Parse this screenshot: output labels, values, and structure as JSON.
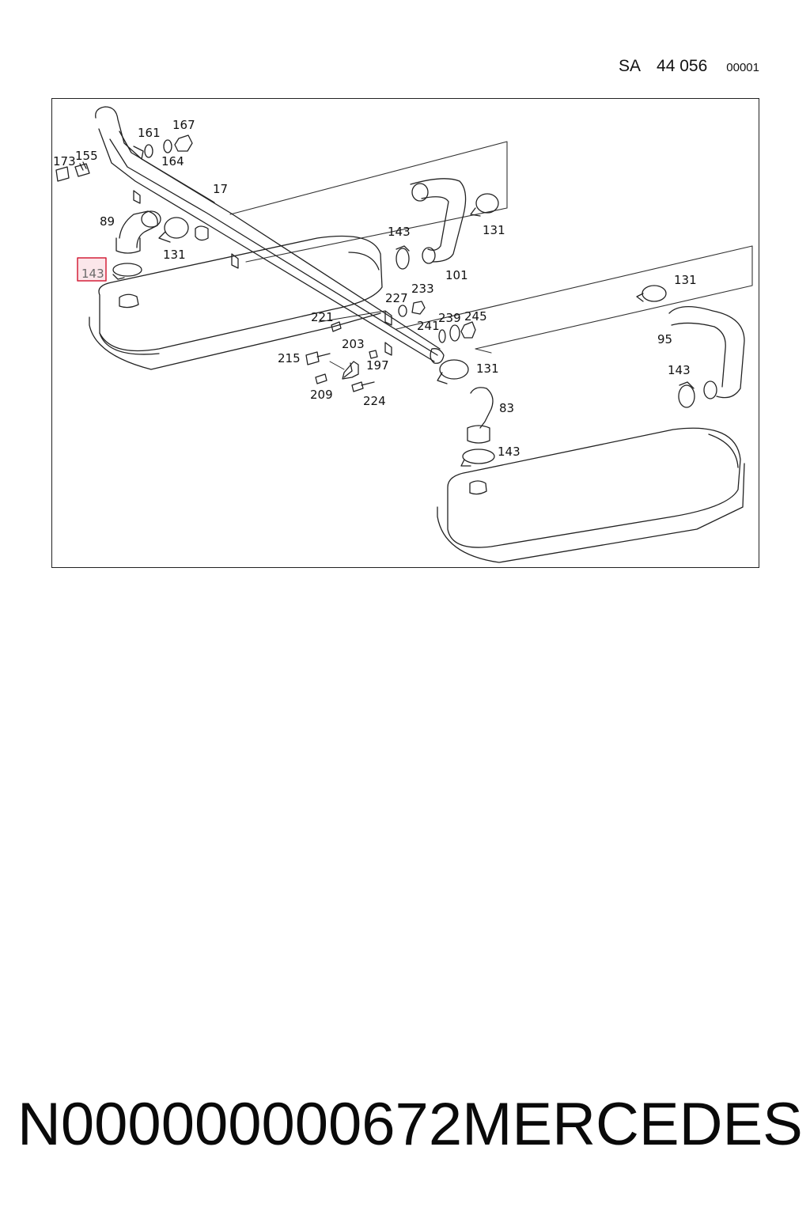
{
  "header": {
    "prefix": "SA",
    "diagram_number": "44 056",
    "sheet_code": "00001"
  },
  "diagram": {
    "highlighted_label": "143",
    "callouts": {
      "c173": "173",
      "c155": "155",
      "c161": "161",
      "c167": "167",
      "c164": "164",
      "c17": "17",
      "c89": "89",
      "c131a": "131",
      "c143b": "143",
      "c131b": "131",
      "c101": "101",
      "c233": "233",
      "c227": "227",
      "c131c": "131",
      "c221": "221",
      "c239": "239",
      "c245": "245",
      "c241": "241",
      "c95": "95",
      "c203": "203",
      "c215": "215",
      "c197": "197",
      "c131d": "131",
      "c143c": "143",
      "c209": "209",
      "c224": "224",
      "c83": "83",
      "c143d": "143"
    }
  },
  "footer": {
    "part_number": "N000000000672",
    "brand": "MERCEDES"
  }
}
